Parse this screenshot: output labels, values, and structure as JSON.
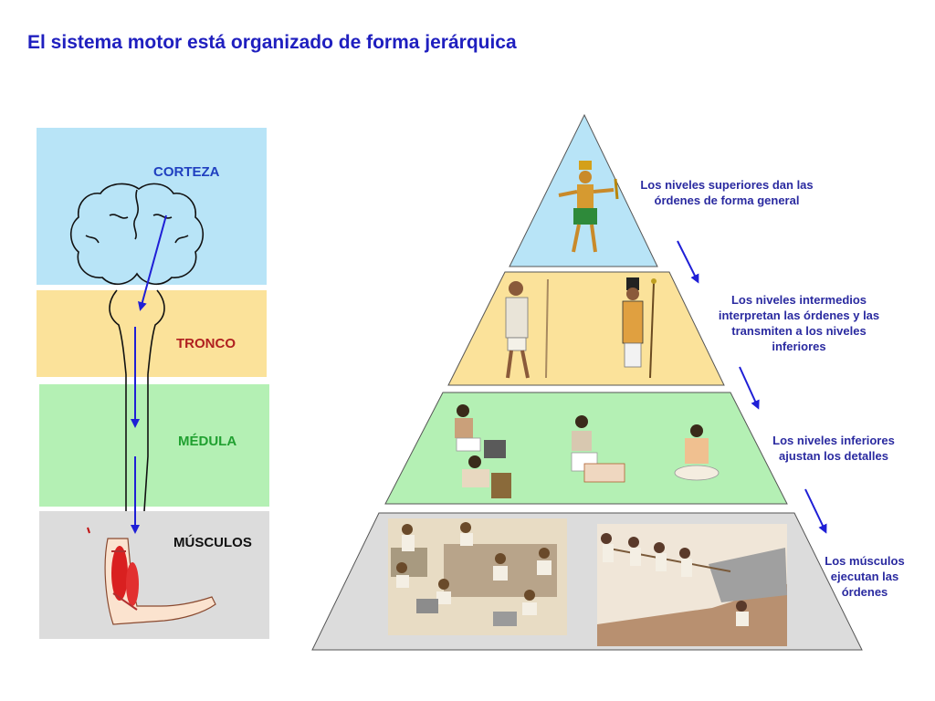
{
  "title": "El sistema motor está organizado de forma jerárquica",
  "colors": {
    "title": "#1f1fbf",
    "corteza_bg": "#b8e4f7",
    "tronco_bg": "#fbe29a",
    "medula_bg": "#b4f0b4",
    "musculos_bg": "#dcdcdc",
    "arrow": "#1f1fd6",
    "note_text": "#2a2aa0"
  },
  "levels": [
    {
      "id": "corteza",
      "label": "CORTEZA",
      "color": "#2040c0"
    },
    {
      "id": "tronco",
      "label": "TRONCO",
      "color": "#b02020"
    },
    {
      "id": "medula",
      "label": "MÉDULA",
      "color": "#20a030"
    },
    {
      "id": "musculos",
      "label": "MÚSCULOS",
      "color": "#111111"
    }
  ],
  "notes": [
    {
      "id": "superiores",
      "text": "Los niveles superiores dan las órdenes de forma general"
    },
    {
      "id": "intermedios",
      "text": "Los niveles intermedios interpretan las órdenes y las transmiten a los niveles inferiores"
    },
    {
      "id": "inferiores",
      "text": "Los niveles inferiores ajustan los detalles"
    },
    {
      "id": "musculos",
      "text": "Los músculos ejecutan las órdenes"
    }
  ],
  "icons": [
    "brain-icon",
    "brainstem-icon",
    "spinal-cord-icon",
    "arm-muscle-icon",
    "pharaoh-figure-icon",
    "priest-figure-icon",
    "nobleman-figure-icon",
    "scribe-figures-icon",
    "workers-figures-icon"
  ]
}
